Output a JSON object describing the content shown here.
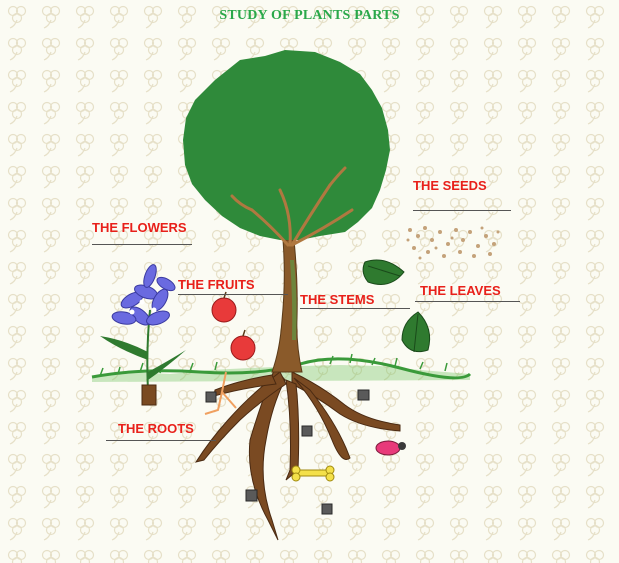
{
  "title": "STUDY OF PLANTS PARTS",
  "labels": {
    "seeds": "THE SEEDS",
    "flowers": "THE FLOWERS",
    "fruits": "THE FRUITS",
    "stems": "THE STEMS",
    "leaves": "THE LEAVES",
    "roots": "THE ROOTS"
  },
  "colors": {
    "title": "#2aa84a",
    "label": "#e8201a",
    "foliage": "#2f8a3a",
    "trunk": "#7a4a22",
    "fruit": "#e83a3a",
    "flower": "#6a6ae0",
    "grass": "#3a9a3a",
    "background": "#fbfbf3",
    "pattern": "#e8e4d0"
  }
}
